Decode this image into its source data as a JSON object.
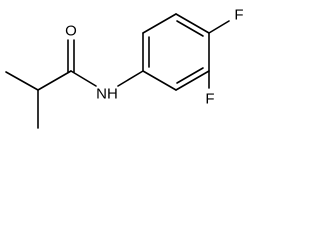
{
  "atoms": {
    "oxygen": "O",
    "nitrogen_hydrogen": "NH",
    "fluorine_top": "F",
    "fluorine_bottom": "F"
  }
}
